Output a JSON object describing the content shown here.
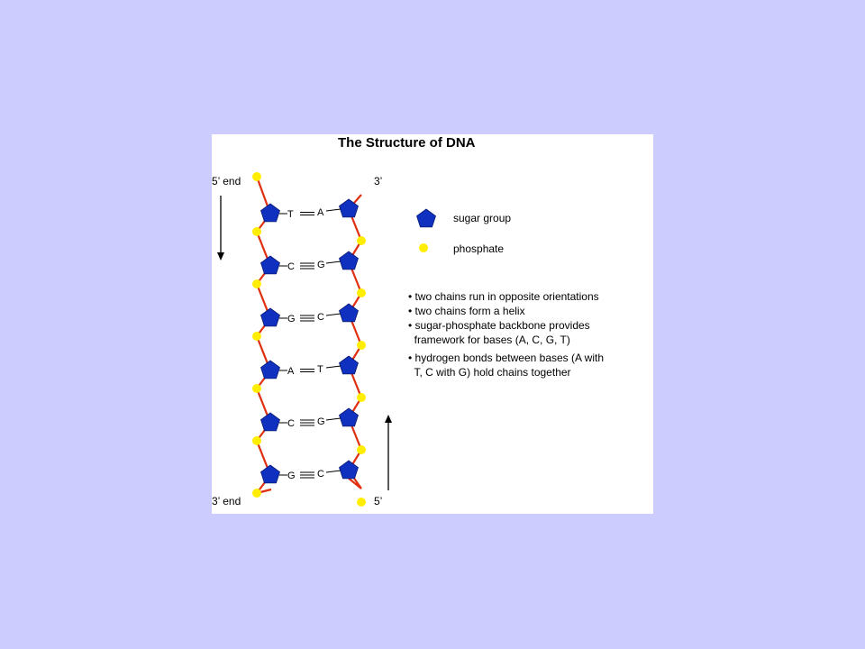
{
  "figure": {
    "title": "The Structure of DNA",
    "labels": {
      "left_top": "5’ end",
      "right_top": "3’",
      "left_bottom": "3’ end",
      "right_bottom": "5’"
    },
    "pairs": [
      {
        "left": "T",
        "right": "A",
        "bonds": 2
      },
      {
        "left": "C",
        "right": "G",
        "bonds": 3
      },
      {
        "left": "G",
        "right": "C",
        "bonds": 3
      },
      {
        "left": "A",
        "right": "T",
        "bonds": 2
      },
      {
        "left": "C",
        "right": "G",
        "bonds": 3
      },
      {
        "left": "G",
        "right": "C",
        "bonds": 3
      }
    ],
    "legend": {
      "sugar": "sugar group",
      "phosphate": "phosphate"
    },
    "notes": [
      "• two chains run in opposite orientations",
      "• two chains form a helix",
      "• sugar-phosphate backbone provides",
      "  framework for bases (A, C, G, T)",
      "• hydrogen bonds between bases (A with",
      "  T, C with G) hold chains together"
    ],
    "colors": {
      "sugar": "#1030c0",
      "phosphate": "#ffee00",
      "backbone": "#e03010",
      "background": "#ccccff"
    }
  }
}
